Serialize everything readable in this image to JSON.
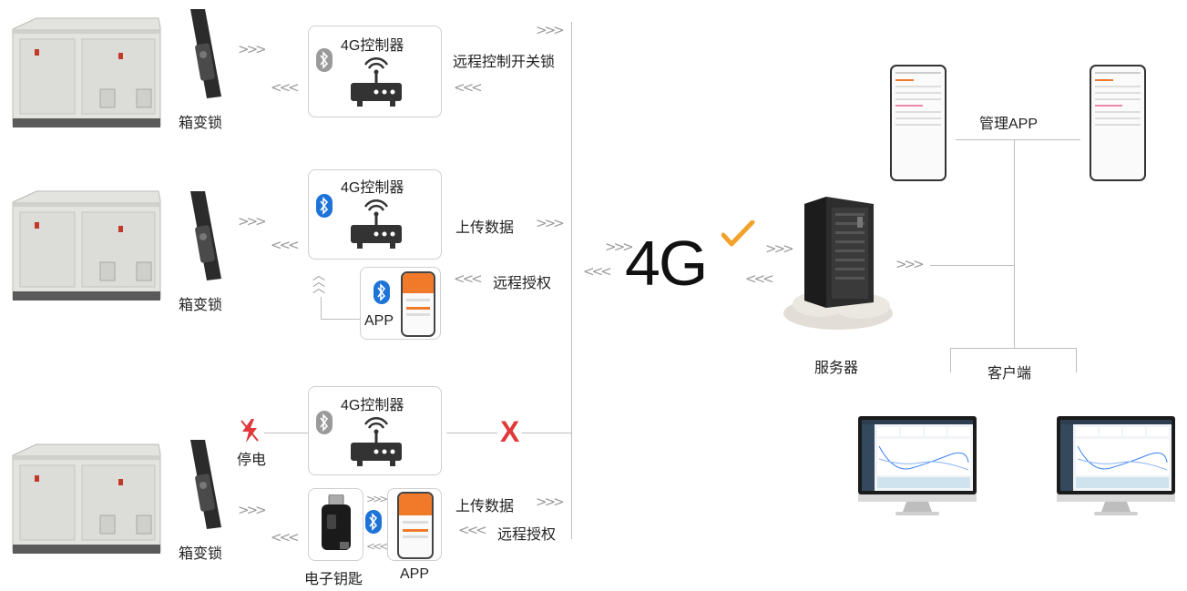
{
  "labels": {
    "box_lock": "箱变锁",
    "controller": "4G控制器",
    "remote_switch": "远程控制开关锁",
    "upload_data": "上传数据",
    "remote_auth": "远程授权",
    "app": "APP",
    "power_outage": "停电",
    "e_key": "电子钥匙",
    "server": "服务器",
    "mgmt_app": "管理APP",
    "client": "客户端",
    "net_4g": "4G",
    "fail_mark": "X"
  },
  "colors": {
    "bt_active": "#1e73d8",
    "bt_inactive": "#9a9a9a",
    "check_orange": "#f2a12b",
    "fail_red": "#e0393b",
    "power_red": "#e0393b",
    "app_orange": "#f07a2a"
  },
  "icons": [
    "bluetooth-icon",
    "router-icon",
    "signal-icon",
    "power-outage-icon",
    "checkmark-icon",
    "cross-icon",
    "chevron-arrows-icon"
  ]
}
